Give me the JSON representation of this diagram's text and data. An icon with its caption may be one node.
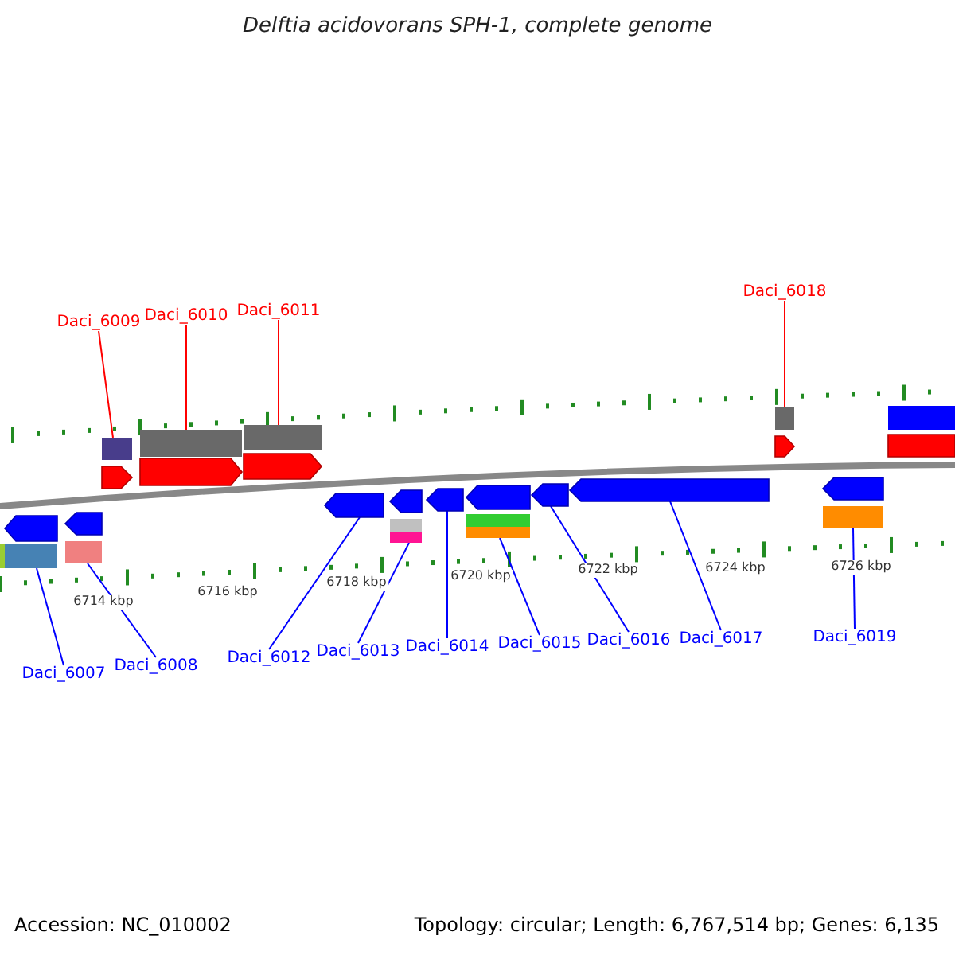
{
  "diagram": {
    "title": "Delftia acidovorans SPH-1, complete genome",
    "nodes": [
      {
        "text": [
          "Daci_6009"
        ]
      },
      {
        "text": [
          "Daci_6010"
        ]
      },
      {
        "text": [
          "Daci_6011"
        ]
      },
      {
        "text": [
          "Daci_6018"
        ]
      },
      {
        "text": [
          "Daci_6007"
        ]
      },
      {
        "text": [
          "Daci_6008"
        ]
      },
      {
        "text": [
          "Daci_6012"
        ]
      },
      {
        "text": [
          "Daci_6013"
        ]
      },
      {
        "text": [
          "Daci_6014"
        ]
      },
      {
        "text": [
          "Daci_6015"
        ]
      },
      {
        "text": [
          "Daci_6016"
        ]
      },
      {
        "text": [
          "Daci_6017"
        ]
      },
      {
        "text": [
          "Daci_6019"
        ]
      },
      {
        "text": [],
        "shape": "arrow"
      },
      {
        "text": [],
        "shape": "arrow"
      },
      {
        "text": [],
        "shape": "arrow"
      },
      {
        "text": [],
        "shape": "arrow"
      },
      {
        "text": [],
        "shape": "arrow"
      },
      {
        "text": [],
        "shape": "arrow"
      },
      {
        "text": [],
        "shape": "arrow"
      },
      {
        "text": [],
        "shape": "arrow"
      },
      {
        "text": [],
        "shape": "arrow"
      },
      {
        "text": [],
        "shape": "arrow"
      },
      {
        "text": [],
        "shape": "arrow"
      },
      {
        "text": [],
        "shape": "arrow"
      },
      {
        "text": [],
        "shape": "arrow"
      },
      {
        "text": [],
        "shape": "box"
      }
    ],
    "edges": [
      {
        "from": 0,
        "to": 15,
        "arrow": "none",
        "color": "#ff0000"
      },
      {
        "from": 1,
        "to": 16,
        "arrow": "none",
        "color": "#ff0000"
      },
      {
        "from": 2,
        "to": 17,
        "arrow": "none",
        "color": "#ff0000"
      },
      {
        "from": 3,
        "to": 24,
        "arrow": "none",
        "color": "#ff0000"
      },
      {
        "from": 4,
        "to": 13,
        "arrow": "none"
      },
      {
        "from": 5,
        "to": 14,
        "arrow": "none"
      },
      {
        "from": 6,
        "to": 18,
        "arrow": "none"
      },
      {
        "from": 7,
        "to": 19,
        "arrow": "none"
      },
      {
        "from": 8,
        "to": 20,
        "arrow": "none"
      },
      {
        "from": 9,
        "to": 21,
        "arrow": "none"
      },
      {
        "from": 10,
        "to": 22,
        "arrow": "none"
      },
      {
        "from": 11,
        "to": 23,
        "arrow": "none"
      },
      {
        "from": 12,
        "to": 25,
        "arrow": "none"
      }
    ],
    "labels": [
      "6714 kbp",
      "6716 kbp",
      "6718 kbp",
      "6720 kbp",
      "6722 kbp",
      "6724 kbp",
      "6726 kbp",
      "Accession: NC_010002",
      "Topology: circular; Length: 6,767,514 bp; Genes: 6,135"
    ]
  }
}
